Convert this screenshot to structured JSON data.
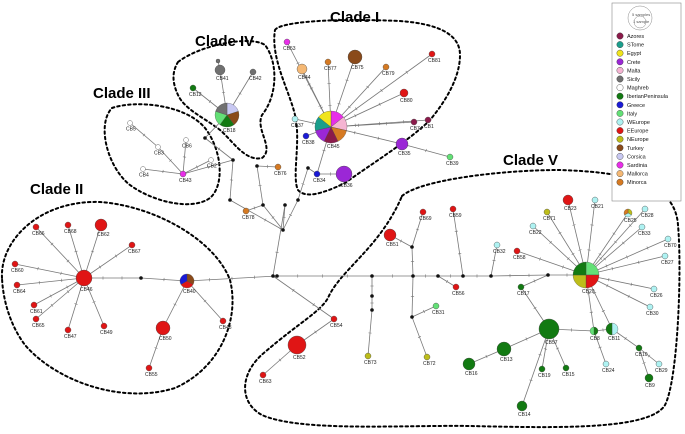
{
  "clades": [
    {
      "id": "I",
      "label": "Clade I"
    },
    {
      "id": "II",
      "label": "Clade II"
    },
    {
      "id": "III",
      "label": "Clade III"
    },
    {
      "id": "IV",
      "label": "Clade IV"
    },
    {
      "id": "V",
      "label": "Clade V"
    }
  ],
  "legend": {
    "scale_labels": [
      "1 sample",
      "5 samples"
    ],
    "items": [
      {
        "label": "Azores",
        "color": "#8b1a4a"
      },
      {
        "label": "STome",
        "color": "#1a9e8c"
      },
      {
        "label": "Egypt",
        "color": "#f0e41c"
      },
      {
        "label": "Crete",
        "color": "#9b27d6"
      },
      {
        "label": "Malta",
        "color": "#f5b4d2"
      },
      {
        "label": "Sicily",
        "color": "#707070"
      },
      {
        "label": "Maghreb",
        "color": "#ffffff"
      },
      {
        "label": "IberianPeninsula",
        "color": "#127a12"
      },
      {
        "label": "Greece",
        "color": "#1a1ad6"
      },
      {
        "label": "Italy",
        "color": "#63e076"
      },
      {
        "label": "WEurope",
        "color": "#aef2f2"
      },
      {
        "label": "EEurope",
        "color": "#e01515"
      },
      {
        "label": "NEurope",
        "color": "#bdbd1a"
      },
      {
        "label": "Turkey",
        "color": "#8a4a1a"
      },
      {
        "label": "Corsica",
        "color": "#c8c8f2"
      },
      {
        "label": "Sardinia",
        "color": "#e82ee8"
      },
      {
        "label": "Mallorca",
        "color": "#f5b874"
      },
      {
        "label": "Minorca",
        "color": "#d67a22"
      }
    ]
  },
  "haplotypes": [
    {
      "id": "CB1",
      "label": "CB1"
    },
    {
      "id": "CB2",
      "label": "CB2"
    },
    {
      "id": "CB3",
      "label": "CB3"
    },
    {
      "id": "CB4",
      "label": "CB4"
    },
    {
      "id": "CB5",
      "label": "CB5"
    },
    {
      "id": "CB6",
      "label": "CB6"
    },
    {
      "id": "CB8",
      "label": "CB8"
    },
    {
      "id": "CB9",
      "label": "CB9"
    },
    {
      "id": "CB10",
      "label": "CB10"
    },
    {
      "id": "CB11",
      "label": "CB11"
    },
    {
      "id": "CB12",
      "label": "CB12"
    },
    {
      "id": "CB13",
      "label": "CB13"
    },
    {
      "id": "CB14",
      "label": "CB14"
    },
    {
      "id": "CB15",
      "label": "CB15"
    },
    {
      "id": "CB16",
      "label": "CB16"
    },
    {
      "id": "CB17",
      "label": "CB17"
    },
    {
      "id": "CB18",
      "label": "CB18"
    },
    {
      "id": "CB19",
      "label": "CB19"
    },
    {
      "id": "CB20",
      "label": "CB20"
    },
    {
      "id": "CB21",
      "label": "CB21"
    },
    {
      "id": "CB22",
      "label": "CB22"
    },
    {
      "id": "CB23",
      "label": "CB23"
    },
    {
      "id": "CB24",
      "label": "CB24"
    },
    {
      "id": "CB25",
      "label": "CB25"
    },
    {
      "id": "CB26",
      "label": "CB26"
    },
    {
      "id": "CB27",
      "label": "CB27"
    },
    {
      "id": "CB28",
      "label": "CB28"
    },
    {
      "id": "CB29",
      "label": "CB29"
    },
    {
      "id": "CB30",
      "label": "CB30"
    },
    {
      "id": "CB31",
      "label": "CB31"
    },
    {
      "id": "CB32",
      "label": "CB32"
    },
    {
      "id": "CB33",
      "label": "CB33"
    },
    {
      "id": "CB34",
      "label": "CB34"
    },
    {
      "id": "CB35",
      "label": "CB35"
    },
    {
      "id": "CB36",
      "label": "CB36"
    },
    {
      "id": "CB37",
      "label": "CB37"
    },
    {
      "id": "CB38",
      "label": "CB38"
    },
    {
      "id": "CB39",
      "label": "CB39"
    },
    {
      "id": "CB40",
      "label": "CB40"
    },
    {
      "id": "CB41",
      "label": "CB41"
    },
    {
      "id": "CB42",
      "label": "CB42"
    },
    {
      "id": "CB43",
      "label": "CB43"
    },
    {
      "id": "CB44",
      "label": "CB44"
    },
    {
      "id": "CB45",
      "label": "CB45"
    },
    {
      "id": "CB46",
      "label": "CB46"
    },
    {
      "id": "CB47",
      "label": "CB47"
    },
    {
      "id": "CB48",
      "label": "CB48"
    },
    {
      "id": "CB49",
      "label": "CB49"
    },
    {
      "id": "CB50",
      "label": "CB50"
    },
    {
      "id": "CB51",
      "label": "CB51"
    },
    {
      "id": "CB52",
      "label": "CB52"
    },
    {
      "id": "CB53",
      "label": "CB53"
    },
    {
      "id": "CB54",
      "label": "CB54"
    },
    {
      "id": "CB55",
      "label": "CB55"
    },
    {
      "id": "CB56",
      "label": "CB56"
    },
    {
      "id": "CB57",
      "label": "CB57"
    },
    {
      "id": "CB58",
      "label": "CB58"
    },
    {
      "id": "CB59",
      "label": "CB59"
    },
    {
      "id": "CB60",
      "label": "CB60"
    },
    {
      "id": "CB61",
      "label": "CB61"
    },
    {
      "id": "CB62",
      "label": "CB62"
    },
    {
      "id": "CB63",
      "label": "CB63"
    },
    {
      "id": "CB64",
      "label": "CB64"
    },
    {
      "id": "CB65",
      "label": "CB65"
    },
    {
      "id": "CB66",
      "label": "CB66"
    },
    {
      "id": "CB67",
      "label": "CB67"
    },
    {
      "id": "CB68",
      "label": "CB68"
    },
    {
      "id": "CB69",
      "label": "CB69"
    },
    {
      "id": "CB70",
      "label": "CB70"
    },
    {
      "id": "CB71",
      "label": "CB71"
    },
    {
      "id": "CB72",
      "label": "CB72"
    },
    {
      "id": "CB73",
      "label": "CB73"
    },
    {
      "id": "CB74",
      "label": "CB74"
    },
    {
      "id": "CB75",
      "label": "CB75"
    },
    {
      "id": "CB76",
      "label": "CB76"
    },
    {
      "id": "CB77",
      "label": "CB77"
    },
    {
      "id": "CB78",
      "label": "CB78"
    },
    {
      "id": "CB79",
      "label": "CB79"
    },
    {
      "id": "CB80",
      "label": "CB80"
    },
    {
      "id": "CB81",
      "label": "CB81"
    }
  ]
}
